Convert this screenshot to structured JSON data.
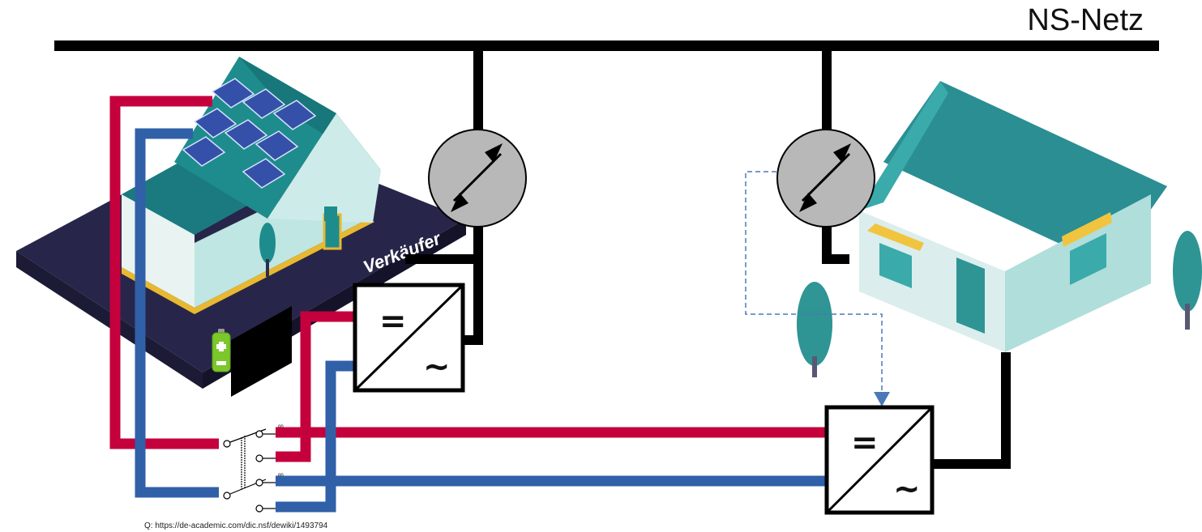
{
  "grid_label": "NS-Netz",
  "seller_label": "Verkäufer",
  "source_note": "Q: https://de-academic.com/dic.nsf/dewiki/1493794",
  "converter_symbols": {
    "dc": "=",
    "ac": "~"
  },
  "switch_small_label": "on",
  "colors": {
    "bus": "#000000",
    "dc_positive": "#c4003d",
    "dc_negative": "#3060a8",
    "meter_fill": "#b8b8b8",
    "roof_teal": "#1e8c8c",
    "house_wall": "#bfe6e2",
    "platform": "#27264a",
    "battery_green": "#7cc72a",
    "control_line": "#4a78b8"
  },
  "icons": [
    "solar-house-icon",
    "neighbor-house-icon",
    "battery-icon",
    "tree-icon",
    "bidirectional-meter-icon",
    "inverter-icon",
    "switch-icon"
  ]
}
